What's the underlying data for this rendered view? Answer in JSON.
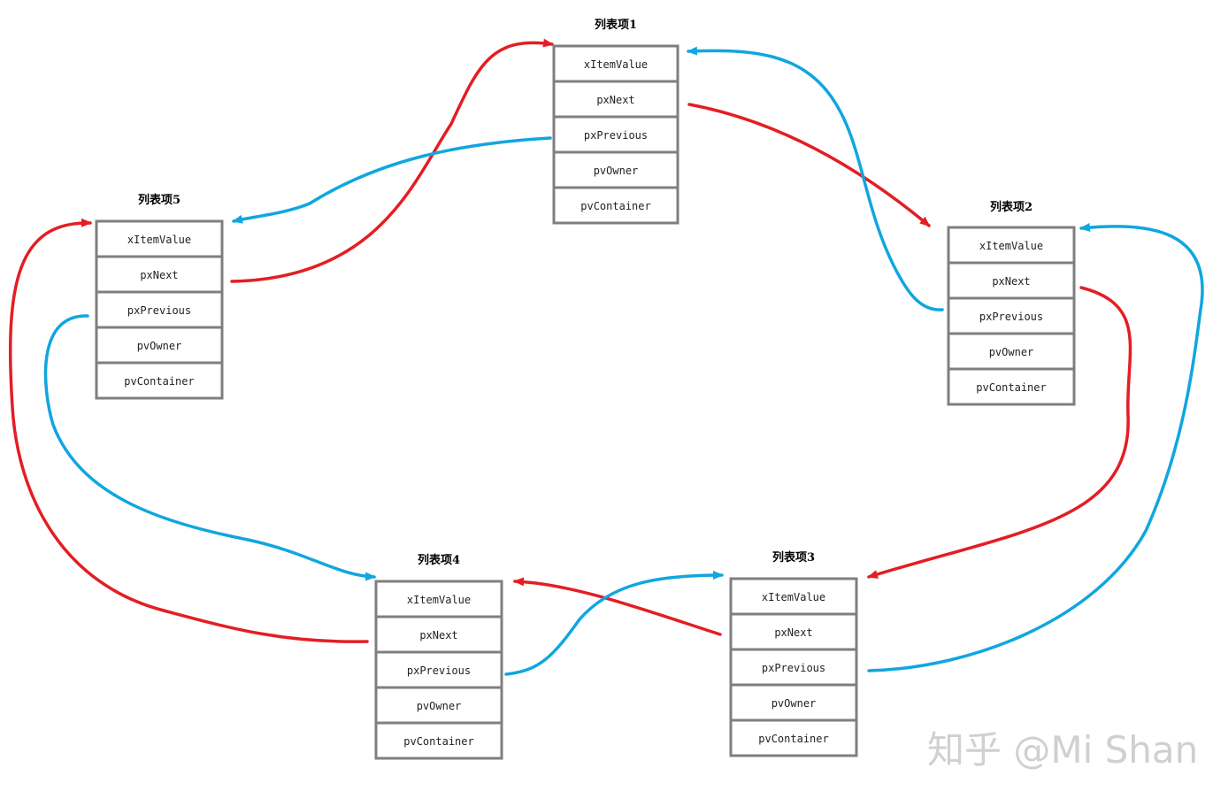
{
  "colors": {
    "next_link": "#e31e24",
    "previous_link": "#10a6e0",
    "box_border": "#7f7f7f",
    "watermark": "#d0d0d0"
  },
  "nodes": [
    {
      "id": "item1",
      "title": "列表项1",
      "fields": [
        "xItemValue",
        "pxNext",
        "pxPrevious",
        "pvOwner",
        "pvContainer"
      ]
    },
    {
      "id": "item2",
      "title": "列表项2",
      "fields": [
        "xItemValue",
        "pxNext",
        "pxPrevious",
        "pvOwner",
        "pvContainer"
      ]
    },
    {
      "id": "item3",
      "title": "列表项3",
      "fields": [
        "xItemValue",
        "pxNext",
        "pxPrevious",
        "pvOwner",
        "pvContainer"
      ]
    },
    {
      "id": "item4",
      "title": "列表项4",
      "fields": [
        "xItemValue",
        "pxNext",
        "pxPrevious",
        "pvOwner",
        "pvContainer"
      ]
    },
    {
      "id": "item5",
      "title": "列表项5",
      "fields": [
        "xItemValue",
        "pxNext",
        "pxPrevious",
        "pvOwner",
        "pvContainer"
      ]
    }
  ],
  "edges": [
    {
      "from": "item1",
      "from_field": "pxNext",
      "to": "item2",
      "kind": "next"
    },
    {
      "from": "item2",
      "from_field": "pxNext",
      "to": "item3",
      "kind": "next"
    },
    {
      "from": "item3",
      "from_field": "pxNext",
      "to": "item4",
      "kind": "next"
    },
    {
      "from": "item4",
      "from_field": "pxNext",
      "to": "item5",
      "kind": "next"
    },
    {
      "from": "item5",
      "from_field": "pxNext",
      "to": "item1",
      "kind": "next"
    },
    {
      "from": "item1",
      "from_field": "pxPrevious",
      "to": "item5",
      "kind": "previous"
    },
    {
      "from": "item2",
      "from_field": "pxPrevious",
      "to": "item1",
      "kind": "previous"
    },
    {
      "from": "item3",
      "from_field": "pxPrevious",
      "to": "item2",
      "kind": "previous"
    },
    {
      "from": "item4",
      "from_field": "pxPrevious",
      "to": "item3",
      "kind": "previous"
    },
    {
      "from": "item5",
      "from_field": "pxPrevious",
      "to": "item4",
      "kind": "previous"
    }
  ],
  "watermark": "知乎 @Mi Shan"
}
